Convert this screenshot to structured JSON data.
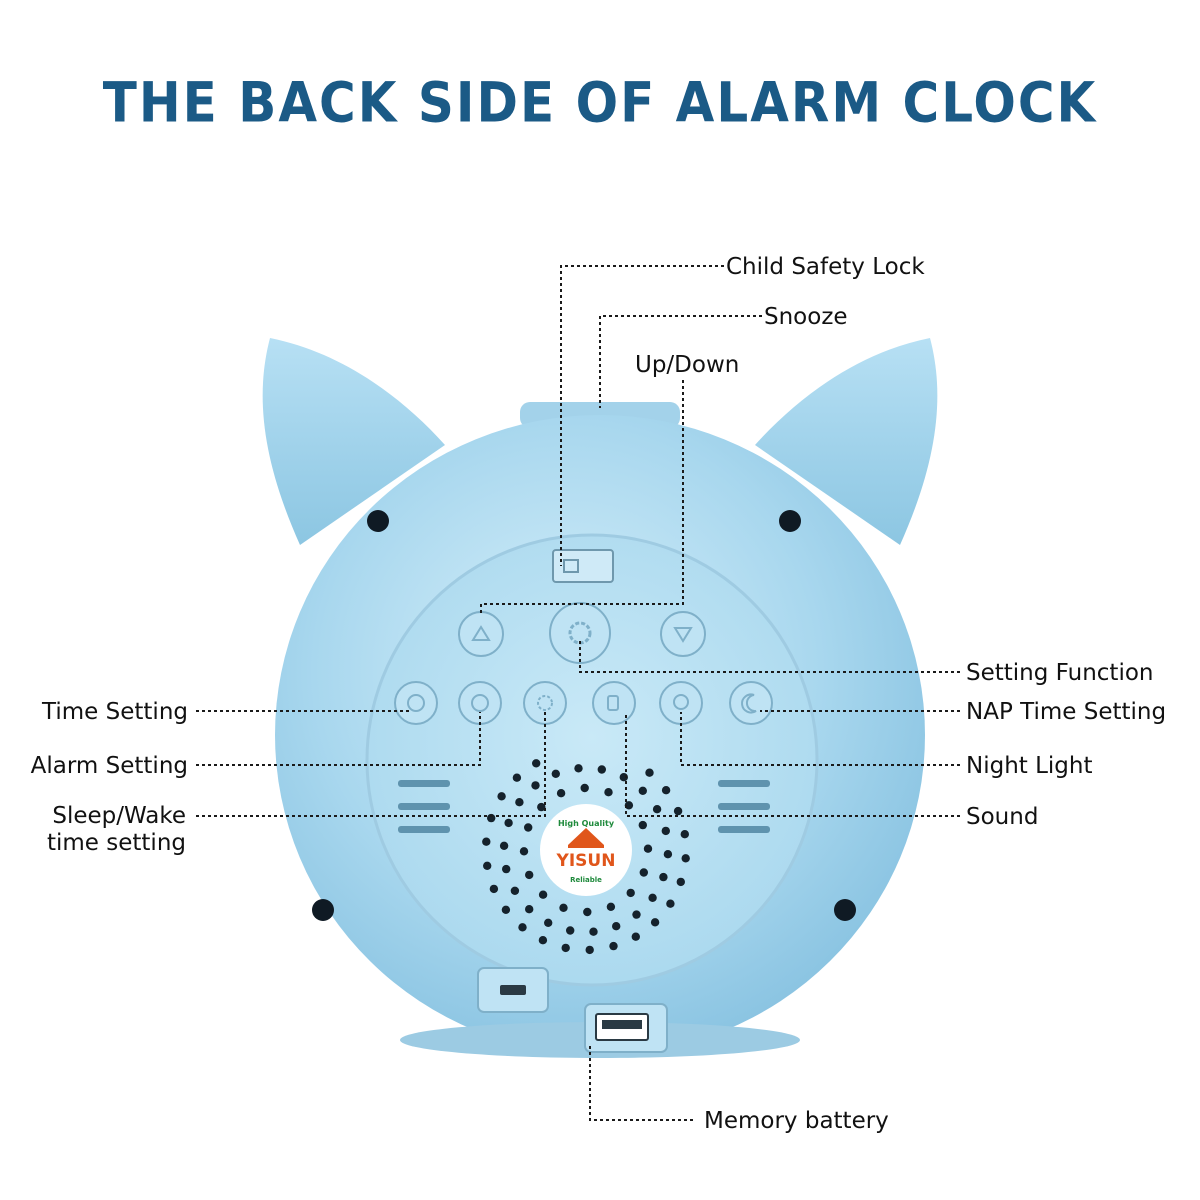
{
  "title": "THE BACK SIDE OF ALARM CLOCK",
  "brand": {
    "name": "YISUN",
    "top_text": "High Quality",
    "bottom_text": "Reliable"
  },
  "callouts": {
    "child_safety_lock": "Child Safety Lock",
    "snooze": "Snooze",
    "up_down": "Up/Down",
    "setting_function": "Setting Function",
    "time_setting": "Time Setting",
    "nap_time_setting": "NAP Time Setting",
    "alarm_setting": "Alarm Setting",
    "night_light": "Night Light",
    "sleep_wake_line1": "Sleep/Wake",
    "sleep_wake_line2": "time setting",
    "sound": "Sound",
    "memory_battery": "Memory battery"
  },
  "colors": {
    "title": "#1b5a86",
    "body": "#a9d8ee",
    "panel": "#b9e1f3",
    "button": "#bfe3f4"
  }
}
